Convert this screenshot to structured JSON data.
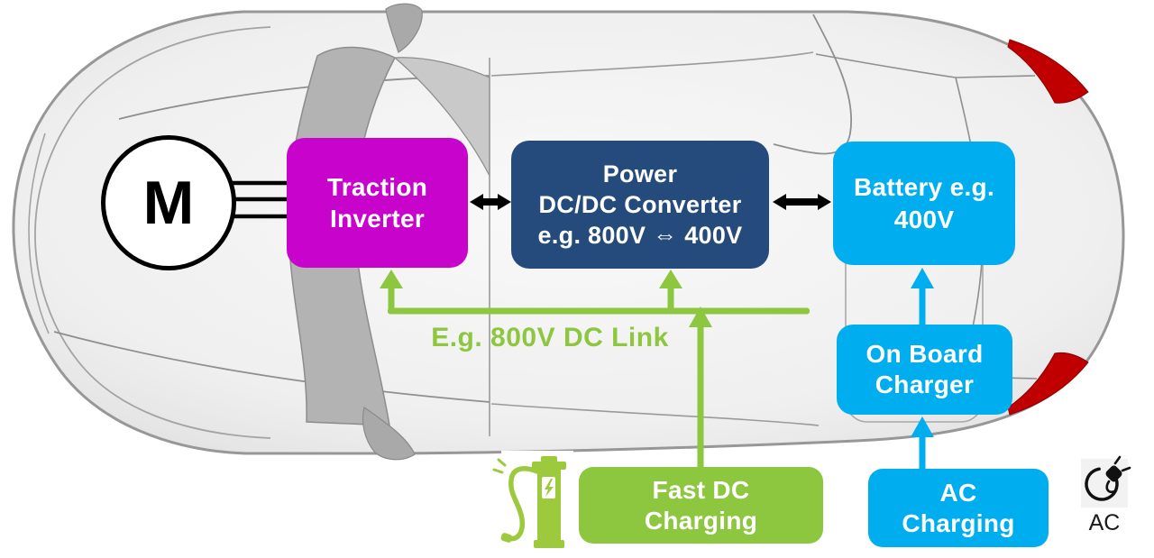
{
  "diagram": {
    "title": "EV powertrain architecture (top-view car)",
    "motor_label": "M",
    "nodes": {
      "traction_inverter": {
        "lines": [
          "Traction",
          "Inverter"
        ],
        "color": "#C703CC"
      },
      "power_dcdc": {
        "lines": [
          "Power",
          "DC/DC Converter",
          "e.g. 800V ⇔ 400V"
        ],
        "color": "#254A7C"
      },
      "battery": {
        "lines": [
          "Battery e.g.",
          "400V"
        ],
        "color": "#00AEEF"
      },
      "on_board_charger": {
        "lines": [
          "On Board",
          "Charger"
        ],
        "color": "#00AEEF"
      },
      "fast_dc_charging": {
        "lines": [
          "Fast DC",
          "Charging"
        ],
        "color": "#8DC63F"
      },
      "ac_charging": {
        "lines": [
          "AC",
          "Charging"
        ],
        "color": "#00AEEF"
      }
    },
    "labels": {
      "dc_link": "E.g. 800V DC Link",
      "ac_icon_caption": "AC"
    },
    "edges": [
      {
        "from": "motor",
        "to": "traction_inverter",
        "style": "three-phase-lines",
        "color": "#000000"
      },
      {
        "from": "traction_inverter",
        "to": "power_dcdc",
        "style": "bidirectional-arrow",
        "color": "#000000"
      },
      {
        "from": "power_dcdc",
        "to": "battery",
        "style": "bidirectional-arrow",
        "color": "#000000"
      },
      {
        "from": "fast_dc_charging",
        "to": "dc_link_bus",
        "style": "arrow-up",
        "color": "#8DC63F"
      },
      {
        "from": "dc_link_bus",
        "to": "traction_inverter",
        "style": "arrow-up",
        "color": "#8DC63F"
      },
      {
        "from": "dc_link_bus",
        "to": "power_dcdc",
        "style": "arrow-up",
        "color": "#8DC63F"
      },
      {
        "from": "ac_charging",
        "to": "on_board_charger",
        "style": "arrow-up",
        "color": "#00AEEF"
      },
      {
        "from": "on_board_charger",
        "to": "battery",
        "style": "arrow-up",
        "color": "#00AEEF"
      }
    ],
    "icons": {
      "charging_station": "green DC fast-charging station with cable",
      "ac_plug": "round AC plug symbol"
    },
    "colors": {
      "magenta": "#C703CC",
      "dark_blue": "#254A7C",
      "cyan": "#00AEEF",
      "green": "#8DC63F",
      "taillight_red": "#C00000",
      "car_body": "#EFEFEF",
      "car_outline": "#999999"
    }
  }
}
